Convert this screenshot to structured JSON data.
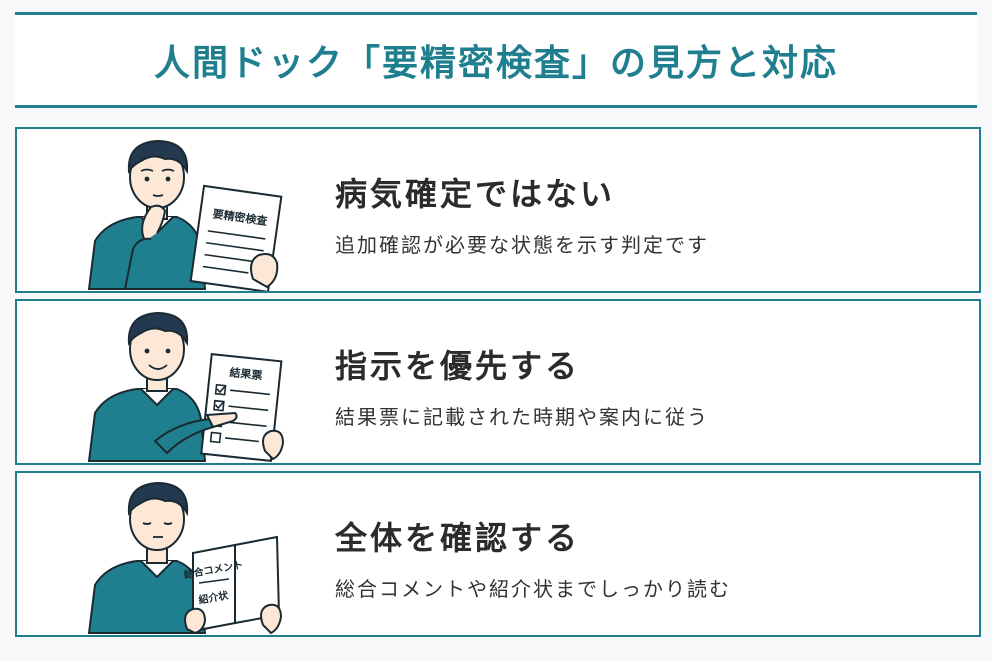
{
  "title": "人間ドック「要精密検査」の見方と対応",
  "colors": {
    "accent": "#1f7f8e",
    "sweater": "#1f7f8e",
    "hair": "#24384f"
  },
  "cards": [
    {
      "heading": "病気確定ではない",
      "subtext": "追加確認が必要な状態を示す判定です",
      "doc_label": "要精密検査",
      "icon": "man-thinking-holding-paper"
    },
    {
      "heading": "指示を優先する",
      "subtext": "結果票に記載された時期や案内に従う",
      "doc_label": "結果票",
      "icon": "man-pointing-at-checklist"
    },
    {
      "heading": "全体を確認する",
      "subtext": "総合コメントや紹介状までしっかり読む",
      "doc_label_top": "総合コメント",
      "doc_label_bottom": "紹介状",
      "icon": "man-reading-booklet"
    }
  ]
}
